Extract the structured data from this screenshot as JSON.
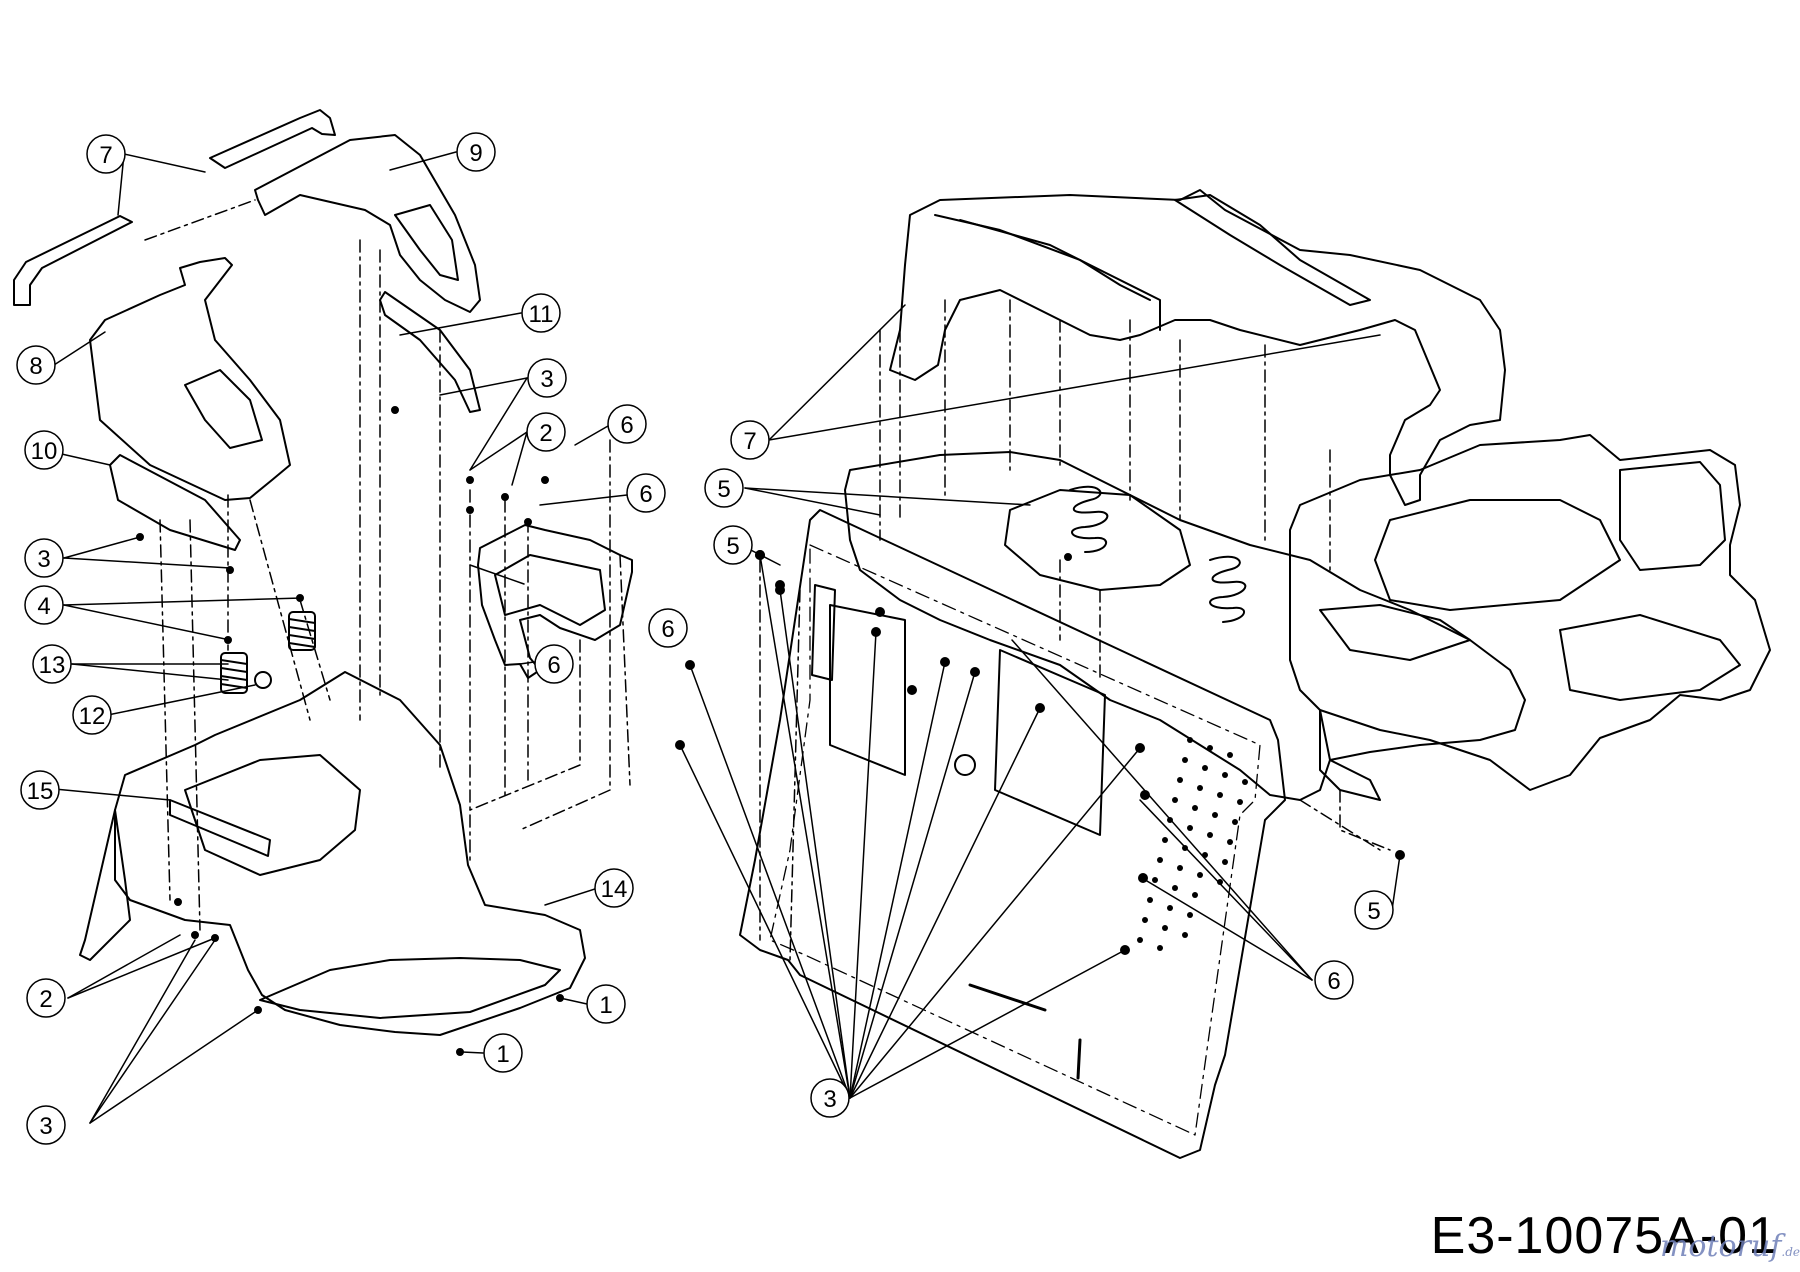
{
  "callouts": {
    "c7a": "7",
    "c9": "9",
    "c8": "8",
    "c11": "11",
    "c3a": "3",
    "c2a": "2",
    "c6a": "6",
    "c6b": "6",
    "c10": "10",
    "c3b": "3",
    "c4": "4",
    "c6c": "6",
    "c13": "13",
    "c6d": "6",
    "c12": "12",
    "c15": "15",
    "c14": "14",
    "c2b": "2",
    "c1a": "1",
    "c1b": "1",
    "c3c": "3",
    "c7b": "7",
    "c5a": "5",
    "c5b": "5",
    "c5c": "5",
    "c6e": "6",
    "c3d": "3"
  },
  "diagram_code": "E3-10075A-01",
  "watermark": {
    "main": "motoruf",
    "suffix": ".de"
  }
}
